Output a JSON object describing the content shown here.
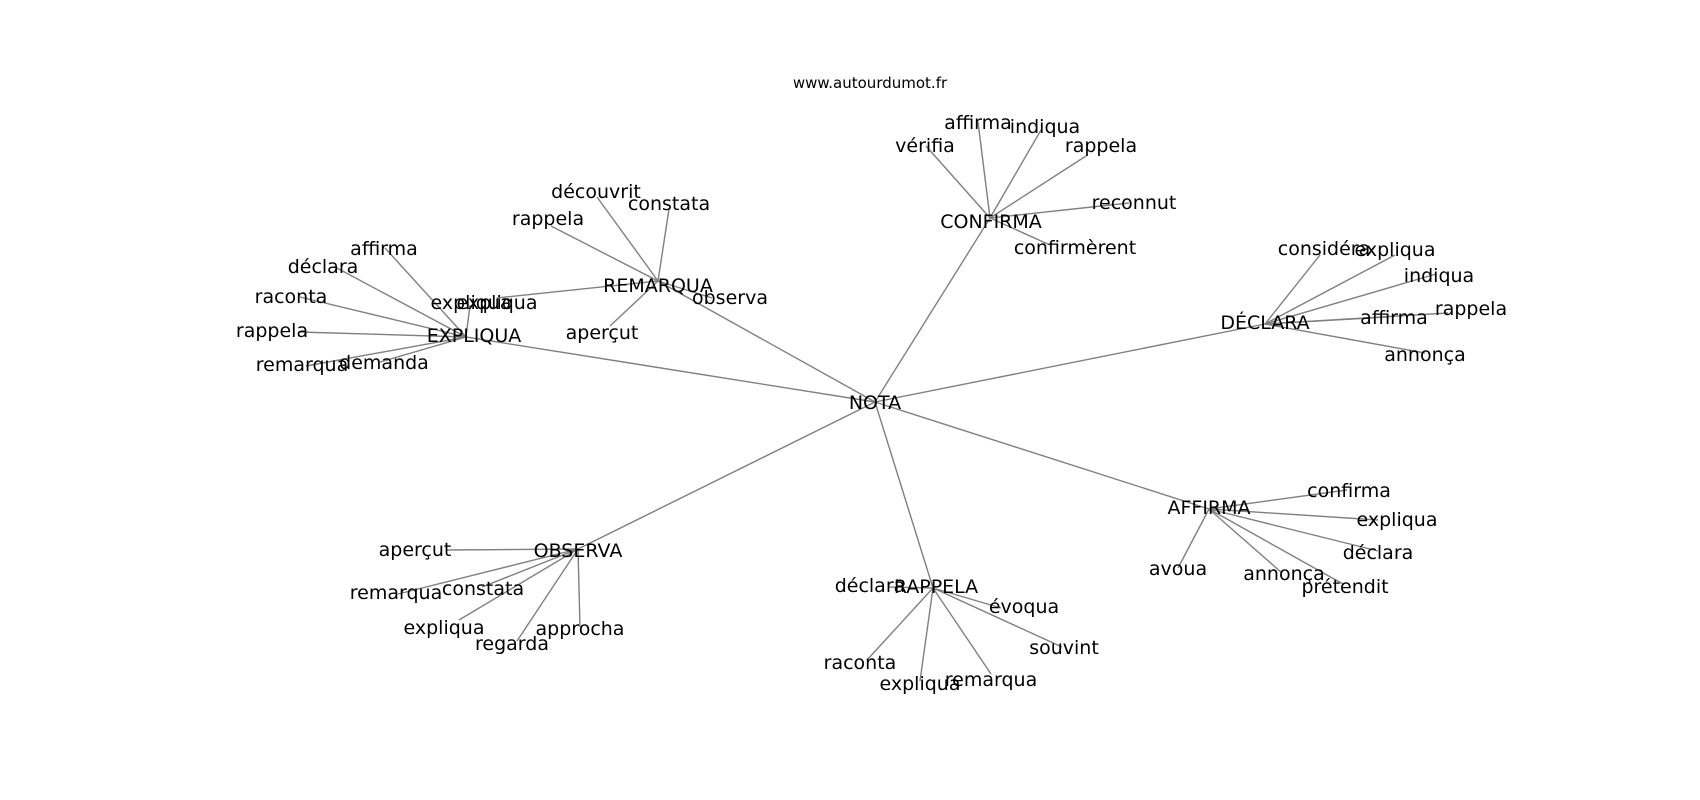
{
  "source": "www.autourdumot.fr",
  "center": "NOTA",
  "clusters": [
    {
      "label": "EXPLIQUA",
      "words": [
        "affirma",
        "déclara",
        "raconta",
        "rappela",
        "remarqua",
        "demanda",
        "expliqua"
      ]
    },
    {
      "label": "REMARQUA",
      "words": [
        "découvrit",
        "constata",
        "rappela",
        "observa",
        "aperçut",
        "expliqua"
      ]
    },
    {
      "label": "CONFIRMA",
      "words": [
        "affirma",
        "indiqua",
        "vérifia",
        "rappela",
        "reconnut",
        "confirmèrent"
      ]
    },
    {
      "label": "DÉCLARA",
      "words": [
        "considéra",
        "expliqua",
        "indiqua",
        "rappela",
        "affirma",
        "annonça"
      ]
    },
    {
      "label": "AFFIRMA",
      "words": [
        "confirma",
        "expliqua",
        "déclara",
        "prétendit",
        "annonça",
        "avoua"
      ]
    },
    {
      "label": "RAPPELA",
      "words": [
        "déclara",
        "évoqua",
        "souvint",
        "remarqua",
        "expliqua",
        "raconta"
      ]
    },
    {
      "label": "OBSERVA",
      "words": [
        "aperçut",
        "remarqua",
        "constata",
        "expliqua",
        "regarda",
        "approcha"
      ]
    }
  ]
}
